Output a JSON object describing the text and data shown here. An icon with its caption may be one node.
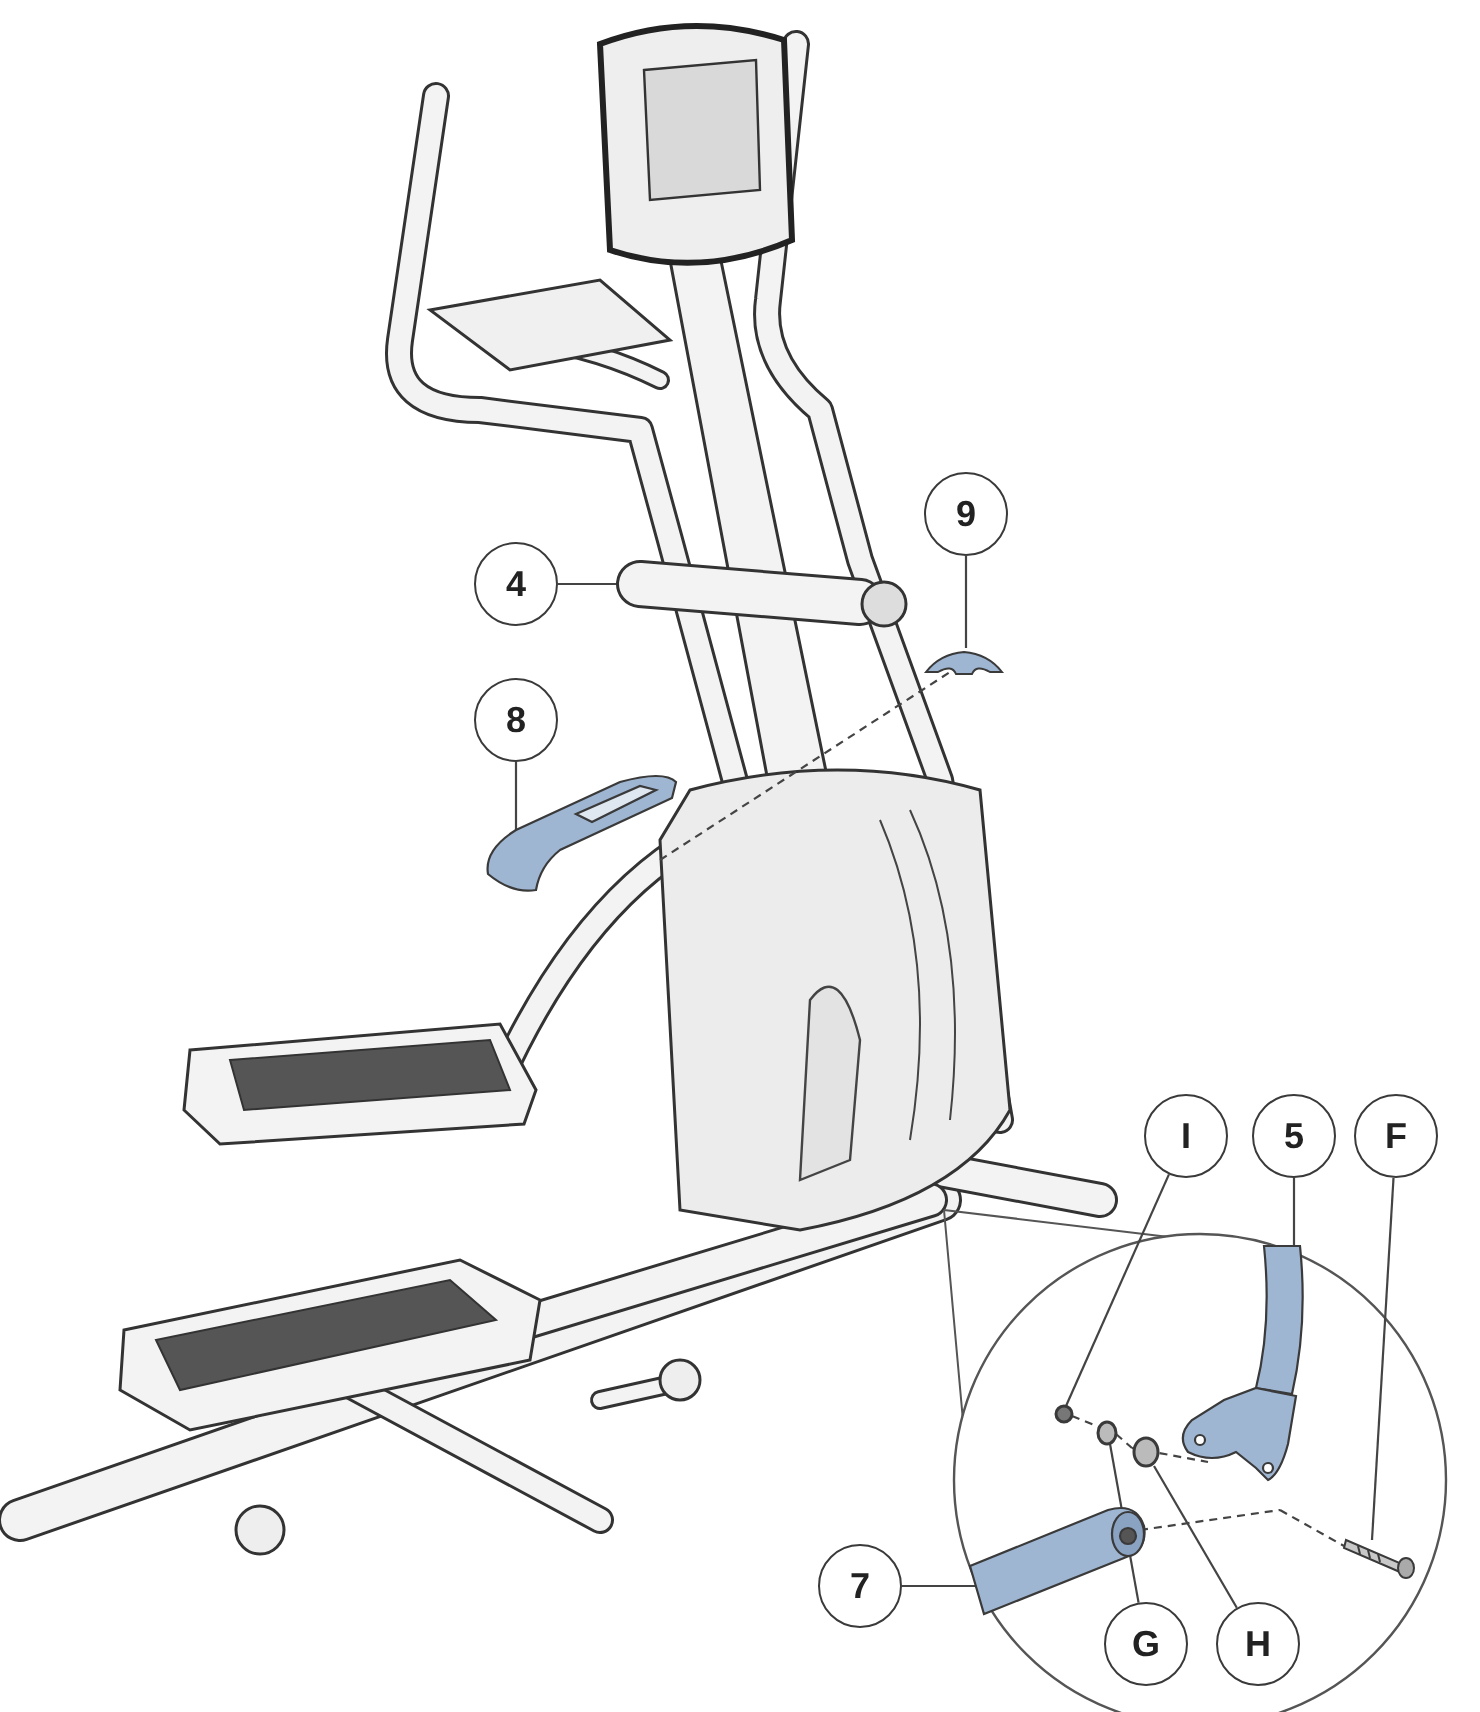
{
  "diagram": {
    "nodes": [
      {
        "text": [
          "4"
        ]
      },
      {
        "text": [
          "9"
        ]
      },
      {
        "text": [
          "8"
        ]
      },
      {
        "text": [],
        "shape": "picture"
      },
      {
        "text": [],
        "shape": "picture"
      },
      {
        "text": [
          "I"
        ]
      },
      {
        "text": [
          "5"
        ]
      },
      {
        "text": [
          "F"
        ]
      },
      {
        "text": [
          "7"
        ]
      },
      {
        "text": [
          "G"
        ]
      },
      {
        "text": [
          "H"
        ]
      },
      {
        "text": [],
        "shape": "circle"
      },
      {
        "text": [],
        "shape": "picture"
      },
      {
        "text": [],
        "shape": "picture"
      },
      {
        "text": [],
        "shape": "picture"
      },
      {
        "text": [],
        "shape": "circle"
      },
      {
        "text": [],
        "shape": "circle"
      },
      {
        "text": [],
        "shape": "picture"
      }
    ],
    "edges": [
      {
        "from": 0,
        "to": 17,
        "arrow": "none"
      },
      {
        "from": 1,
        "to": 3,
        "arrow": "none"
      },
      {
        "from": 2,
        "to": 4,
        "arrow": "none"
      },
      {
        "from": 5,
        "to": 11,
        "arrow": "none"
      },
      {
        "from": 6,
        "to": 12,
        "arrow": "none"
      },
      {
        "from": 7,
        "to": 13,
        "arrow": "none"
      },
      {
        "from": 8,
        "to": 14,
        "arrow": "none"
      },
      {
        "from": 9,
        "to": 15,
        "arrow": "none"
      },
      {
        "from": 10,
        "to": 16,
        "arrow": "none"
      },
      {
        "from": 4,
        "to": 3,
        "arrow": "none",
        "style": "dashed"
      },
      {
        "from": 11,
        "to": 15,
        "arrow": "none",
        "style": "dashed"
      },
      {
        "from": 15,
        "to": 16,
        "arrow": "none",
        "style": "dashed"
      },
      {
        "from": 16,
        "to": 12,
        "arrow": "none",
        "style": "dashed"
      },
      {
        "from": 12,
        "to": 13,
        "arrow": "none",
        "style": "dashed"
      },
      {
        "from": 14,
        "to": 12,
        "arrow": "none",
        "style": "dashed"
      }
    ]
  }
}
